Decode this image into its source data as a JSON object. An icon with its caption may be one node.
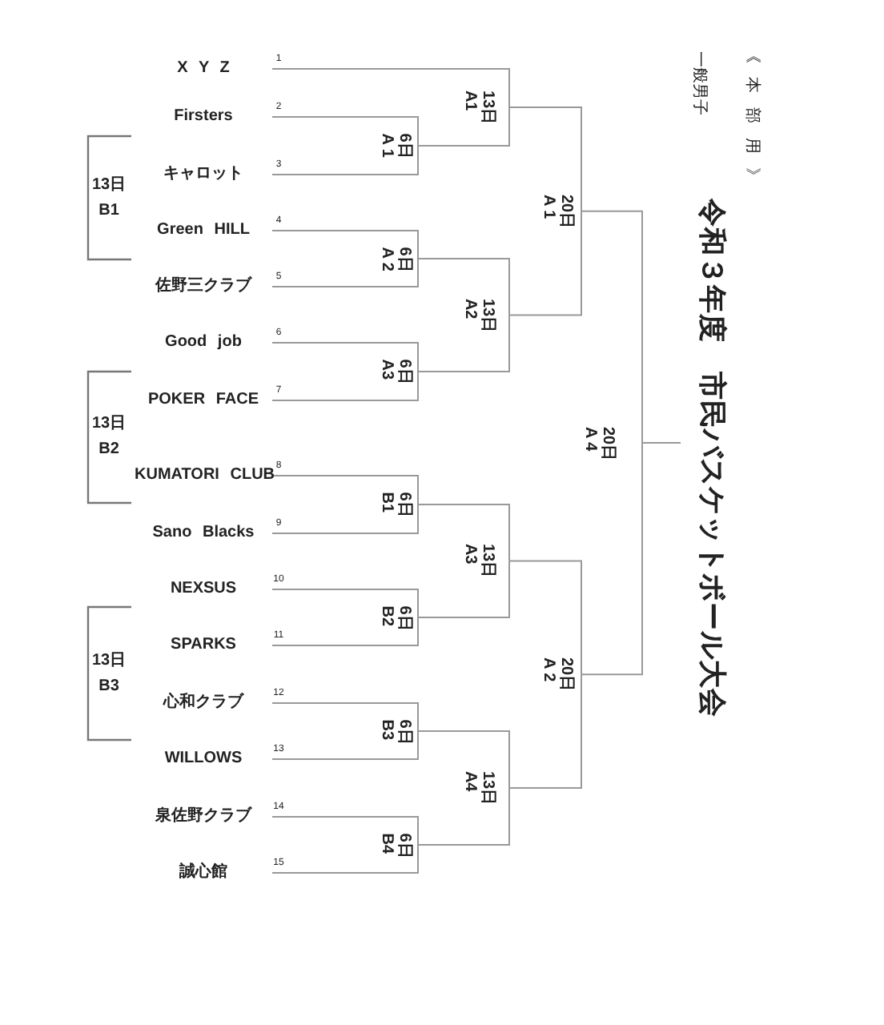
{
  "diagram": {
    "title": "令和３年度　市民バスケットボール大会",
    "nodes": [
      {
        "text": [
          "X Y Z"
        ]
      },
      {
        "text": [
          "Firsters"
        ]
      },
      {
        "text": [
          "キャロット"
        ]
      },
      {
        "text": [
          "Green HILL"
        ]
      },
      {
        "text": [
          "佐野三クラブ"
        ]
      },
      {
        "text": [
          "Good job"
        ]
      },
      {
        "text": [
          "POKER FACE"
        ]
      },
      {
        "text": [
          "KUMATORI CLUB"
        ]
      },
      {
        "text": [
          "Sano Blacks"
        ]
      },
      {
        "text": [
          "NEXSUS"
        ]
      },
      {
        "text": [
          "SPARKS"
        ]
      },
      {
        "text": [
          "心和クラブ"
        ]
      },
      {
        "text": [
          "WILLOWS"
        ]
      },
      {
        "text": [
          "泉佐野クラブ"
        ]
      },
      {
        "text": [
          "誠心館"
        ]
      },
      {
        "text": [
          "6日",
          "A 1"
        ]
      },
      {
        "text": [
          "6日",
          "A 2"
        ]
      },
      {
        "text": [
          "6日",
          "A3"
        ]
      },
      {
        "text": [
          "6日",
          "B1"
        ]
      },
      {
        "text": [
          "6日",
          "B2"
        ]
      },
      {
        "text": [
          "6日",
          "B3"
        ]
      },
      {
        "text": [
          "6日",
          "B4"
        ]
      },
      {
        "text": [
          "13日",
          "A1"
        ]
      },
      {
        "text": [
          "13日",
          "A2"
        ]
      },
      {
        "text": [
          "13日",
          "A3"
        ]
      },
      {
        "text": [
          "13日",
          "A4"
        ]
      },
      {
        "text": [
          "20日",
          "A 1"
        ]
      },
      {
        "text": [
          "20日",
          "A 2"
        ]
      },
      {
        "text": [
          "20日",
          "A 4"
        ]
      }
    ],
    "edges": [
      {
        "from": 0,
        "to": 22,
        "arrow": "none"
      },
      {
        "from": 1,
        "to": 15,
        "arrow": "none"
      },
      {
        "from": 2,
        "to": 15,
        "arrow": "none"
      },
      {
        "from": 3,
        "to": 16,
        "arrow": "none"
      },
      {
        "from": 4,
        "to": 16,
        "arrow": "none"
      },
      {
        "from": 5,
        "to": 17,
        "arrow": "none"
      },
      {
        "from": 6,
        "to": 17,
        "arrow": "none"
      },
      {
        "from": 7,
        "to": 18,
        "arrow": "none"
      },
      {
        "from": 8,
        "to": 18,
        "arrow": "none"
      },
      {
        "from": 9,
        "to": 19,
        "arrow": "none"
      },
      {
        "from": 10,
        "to": 19,
        "arrow": "none"
      },
      {
        "from": 11,
        "to": 20,
        "arrow": "none"
      },
      {
        "from": 12,
        "to": 20,
        "arrow": "none"
      },
      {
        "from": 13,
        "to": 21,
        "arrow": "none"
      },
      {
        "from": 14,
        "to": 21,
        "arrow": "none"
      },
      {
        "from": 15,
        "to": 22,
        "arrow": "none"
      },
      {
        "from": 16,
        "to": 23,
        "arrow": "none"
      },
      {
        "from": 17,
        "to": 23,
        "arrow": "none"
      },
      {
        "from": 18,
        "to": 24,
        "arrow": "none"
      },
      {
        "from": 19,
        "to": 24,
        "arrow": "none"
      },
      {
        "from": 20,
        "to": 25,
        "arrow": "none"
      },
      {
        "from": 21,
        "to": 25,
        "arrow": "none"
      },
      {
        "from": 22,
        "to": 26,
        "arrow": "none"
      },
      {
        "from": 23,
        "to": 26,
        "arrow": "none"
      },
      {
        "from": 24,
        "to": 27,
        "arrow": "none"
      },
      {
        "from": 25,
        "to": 27,
        "arrow": "none"
      },
      {
        "from": 26,
        "to": 28,
        "arrow": "none"
      },
      {
        "from": 27,
        "to": 28,
        "arrow": "none"
      },
      {
        "from": 28,
        "to": null,
        "arrow": "none"
      }
    ],
    "labels": [
      "《 本 部 用 》",
      "一般男子",
      "1",
      "2",
      "3",
      "4",
      "5",
      "6",
      "7",
      "8",
      "9",
      "10",
      "11",
      "12",
      "13",
      "14",
      "15",
      "13日 B1",
      "13日 B2",
      "13日 B3"
    ]
  }
}
